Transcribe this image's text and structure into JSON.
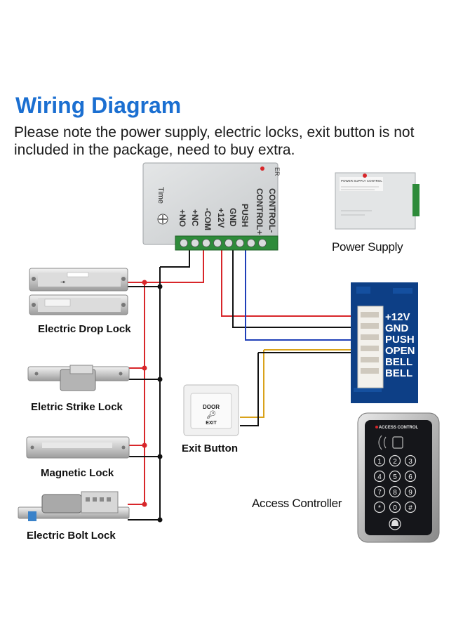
{
  "header": {
    "title": "Wiring Diagram",
    "note": "Please note the power supply, electric locks, exit button is not included in the package, need to buy extra."
  },
  "power_supply": {
    "label": "Power Supply",
    "terminals": [
      "CONTROL-",
      "CONTROL+",
      "PUSH",
      "GND",
      "+12V",
      "-COM",
      "+NC",
      "+NO"
    ],
    "time_label": "Time",
    "plate_title": "POWER SUPPLY CONTROL"
  },
  "controller_board": {
    "pins": [
      "+12V",
      "GND",
      "PUSH",
      "OPEN",
      "BELL",
      "BELL"
    ]
  },
  "locks": [
    {
      "label": "Electric Drop Lock"
    },
    {
      "label": "Eletric Strike Lock"
    },
    {
      "label": "Magnetic Lock"
    },
    {
      "label": "Electric Bolt Lock"
    }
  ],
  "exit_button": {
    "label": "Exit Button",
    "top_text": "DOOR",
    "bottom_text": "EXIT"
  },
  "access_controller": {
    "label": "Access Controller",
    "brand": "ACCESS CONTROL",
    "keys": [
      "1",
      "2",
      "3",
      "4",
      "5",
      "6",
      "7",
      "8",
      "9",
      "*",
      "0",
      "#"
    ]
  },
  "colors": {
    "title_blue": "#1b6fd1",
    "wire_red": "#d8262a",
    "wire_black": "#111111",
    "wire_blue": "#1f3fb8",
    "wire_yellow": "#d9a21a",
    "terminal_green": "#2e8b3a",
    "board_blue": "#0d3f86"
  }
}
